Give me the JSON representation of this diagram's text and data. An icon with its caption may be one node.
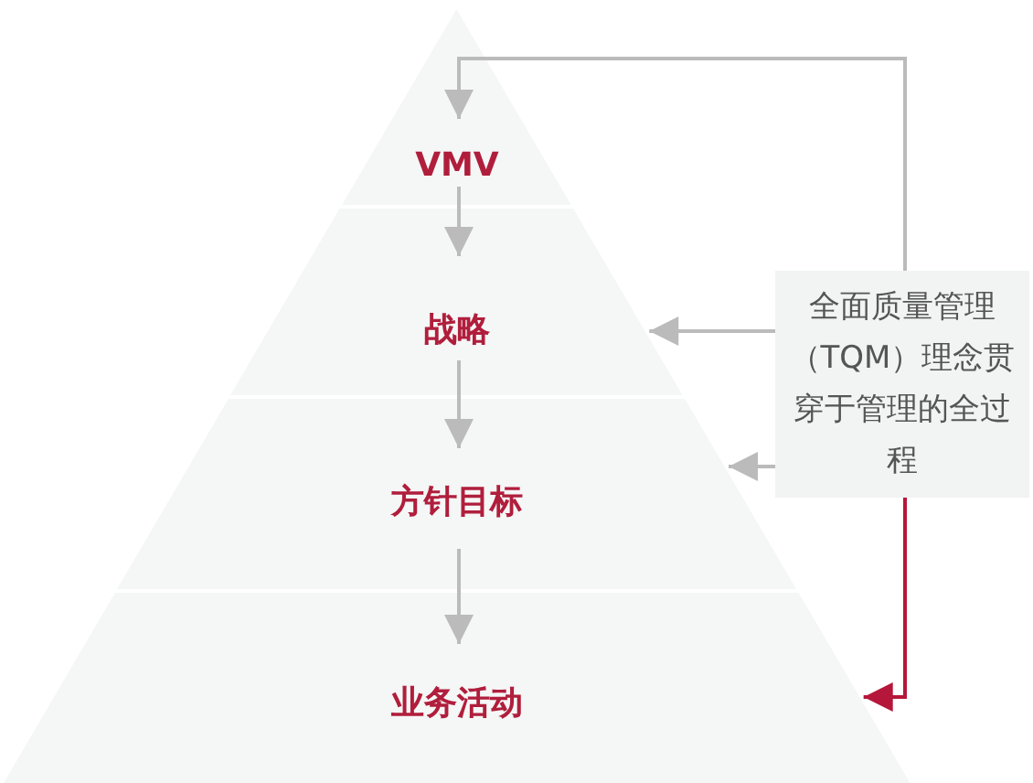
{
  "diagram": {
    "nodes": [
      {
        "text": [
          "VMV"
        ]
      },
      {
        "text": [
          "战略"
        ]
      },
      {
        "text": [
          "方针目标"
        ]
      },
      {
        "text": [
          "业务活动"
        ]
      },
      {
        "text": [
          "全面质量管理（TQM）理念贯穿于管理的全过程"
        ]
      }
    ],
    "edges": [
      {
        "from": 0,
        "to": 1,
        "arrow": "to"
      },
      {
        "from": 1,
        "to": 2,
        "arrow": "to"
      },
      {
        "from": 2,
        "to": 3,
        "arrow": "to"
      },
      {
        "from": 4,
        "to": 0,
        "arrow": "to"
      },
      {
        "from": 4,
        "to": 1,
        "arrow": "to"
      },
      {
        "from": 4,
        "to": 2,
        "arrow": "to"
      },
      {
        "from": 4,
        "to": 3,
        "arrow": "to",
        "color": "#b5173a"
      }
    ]
  }
}
